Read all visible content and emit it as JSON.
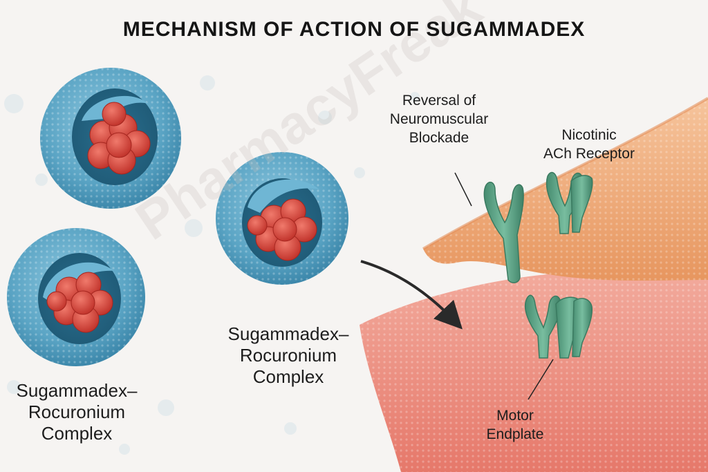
{
  "title": "MECHANISM OF ACTION OF SUGAMMADEX",
  "watermark": "PharmacyFreak",
  "labels": {
    "complex_left": [
      "Sugammadex–",
      "Rocuronium",
      "Complex"
    ],
    "complex_center": [
      "Sugammadex–",
      "Rocuronium",
      "Complex"
    ],
    "reversal": [
      "Reversal of",
      "Neuromuscular",
      "Blockade"
    ],
    "receptor": [
      "Nicotinic",
      "ACh Receptor"
    ],
    "endplate": [
      "Motor",
      "Endplate"
    ]
  },
  "colors": {
    "capsule_blue": "#5da9c9",
    "drug_red": "#d8463c",
    "receptor_green": "#5fa488",
    "membrane_orange": "#efa97c",
    "muscle_pink": "#eb8e80"
  }
}
